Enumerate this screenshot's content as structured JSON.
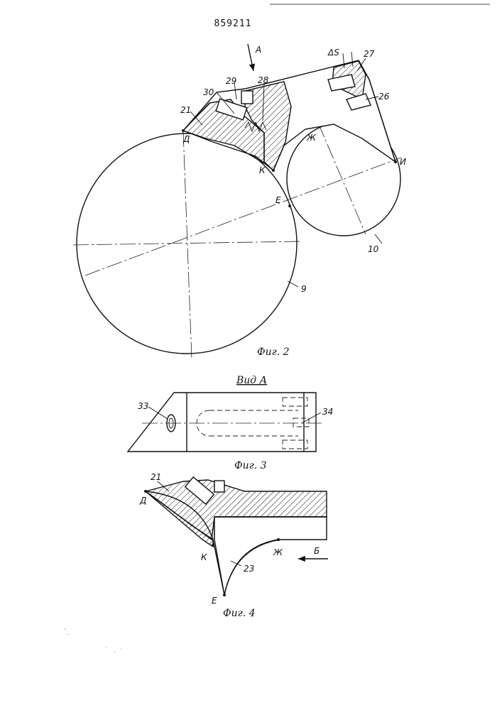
{
  "document": {
    "patent_number": "859211"
  },
  "figure2": {
    "caption": "Фиг. 2",
    "view_arrow_label": "А",
    "delta_label": "ΔS",
    "labels": {
      "n27": "27",
      "n26": "26",
      "n29": "29",
      "n28": "28",
      "n30": "30",
      "n21": "21",
      "n9": "9",
      "n10": "10",
      "D": "Д",
      "K": "К",
      "E": "Е",
      "Zh": "Ж",
      "I": "И"
    }
  },
  "figure3": {
    "title": "Вид А",
    "caption": "Фиг. 3",
    "labels": {
      "n33": "33",
      "n34": "34"
    }
  },
  "figure4": {
    "caption": "Фиг. 4",
    "arrow_label": "Б",
    "labels": {
      "n21": "21",
      "n23": "23",
      "D": "Д",
      "K": "К",
      "E": "Е",
      "Zh": "Ж"
    }
  }
}
